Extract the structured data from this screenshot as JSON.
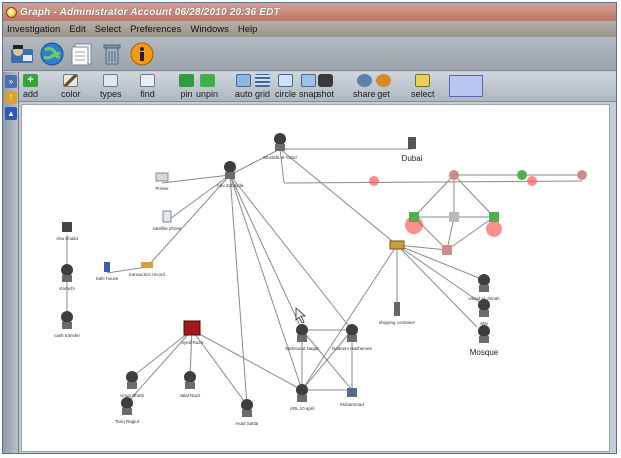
{
  "window": {
    "title": "Graph - Administrator Account 06/28/2010 20:36 EDT"
  },
  "menu": {
    "items": [
      "Investigation",
      "Edit",
      "Select",
      "Preferences",
      "Windows",
      "Help"
    ]
  },
  "top_toolbar": {
    "icons": [
      "investigator-icon",
      "globe-icon",
      "document-stack-icon",
      "trash-can-icon",
      "info-icon"
    ]
  },
  "toolbar": {
    "add": "add",
    "color": "color",
    "types": "types",
    "find": "find",
    "pin": "pin",
    "unpin": "unpin",
    "auto": "auto",
    "grid": "grid",
    "circle": "circle",
    "snap": "snap",
    "shot": "shot",
    "share": "share",
    "get": "get",
    "select": "select"
  },
  "colors": {
    "title_bar": "#b9786a",
    "node_red_glow": "#ff3333",
    "edge": "#8a8a8a"
  },
  "graph": {
    "nodes": [
      {
        "id": "n1",
        "label": "Mustafa al-Yazid",
        "type": "person"
      },
      {
        "id": "n2",
        "label": "Dubai",
        "type": "place"
      },
      {
        "id": "n3",
        "label": "Abu Zubayda",
        "type": "person"
      },
      {
        "id": "n4",
        "label": "Printer",
        "type": "device"
      },
      {
        "id": "n5",
        "label": "satellite phone",
        "type": "device"
      },
      {
        "id": "n6",
        "label": "transaction record",
        "type": "document"
      },
      {
        "id": "n7",
        "label": "Safe house",
        "type": "place"
      },
      {
        "id": "n8",
        "label": "Abu Khalid",
        "type": "person"
      },
      {
        "id": "n9",
        "label": "Karachi",
        "type": "place"
      },
      {
        "id": "n10",
        "label": "cash transfer",
        "type": "document"
      },
      {
        "id": "n11",
        "label": "Syed Raza",
        "type": "person"
      },
      {
        "id": "n12",
        "label": "Umar Bhatti",
        "type": "person"
      },
      {
        "id": "n13",
        "label": "Jalal Nazir",
        "type": "person"
      },
      {
        "id": "n14",
        "label": "Tariq Rajput",
        "type": "person"
      },
      {
        "id": "n15",
        "label": "Asad Sattar",
        "type": "person"
      },
      {
        "id": "n16",
        "label": "Mahmoud Nagat",
        "type": "person"
      },
      {
        "id": "n17",
        "label": "Nadeem Hashemee",
        "type": "person"
      },
      {
        "id": "n18",
        "label": "URL 10 april",
        "type": "document"
      },
      {
        "id": "n19",
        "label": "Mohammad",
        "type": "person"
      },
      {
        "id": "n20",
        "label": "Ubaid Al Jinnah",
        "type": "person"
      },
      {
        "id": "n21",
        "label": "Mai",
        "type": "place"
      },
      {
        "id": "n22",
        "label": "Mosque",
        "type": "place"
      },
      {
        "id": "n23",
        "label": "shipping container",
        "type": "object"
      }
    ]
  }
}
